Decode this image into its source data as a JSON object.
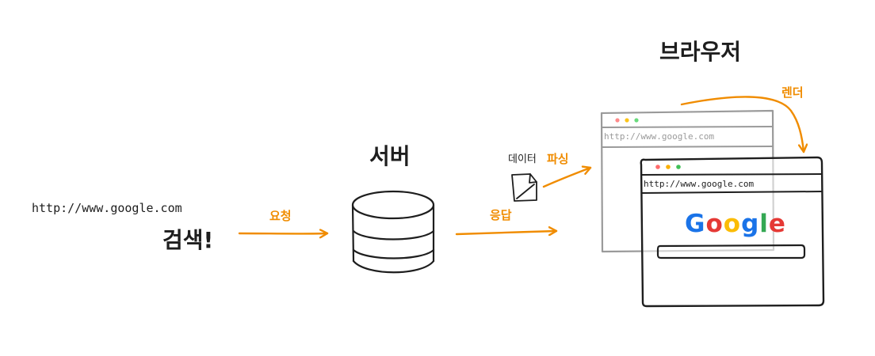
{
  "search": {
    "url": "http://www.google.com",
    "label": "검색!"
  },
  "arrows": {
    "request": "요청",
    "response": "응답",
    "parse": "파싱",
    "render": "렌더"
  },
  "server": {
    "title": "서버"
  },
  "data": {
    "label": "데이터"
  },
  "browser": {
    "title": "브라우저",
    "back_url": "http://www.google.com",
    "front_url": "http://www.google.com",
    "logo": "Google"
  },
  "colors": {
    "accent": "#f08c00",
    "stroke": "#1e1e1e",
    "faded": "#9a9a9a",
    "dot_red": "#ff6b6b",
    "dot_yellow": "#fab005",
    "dot_green": "#40c057",
    "g_blue": "#1a73e8",
    "g_red": "#e53935",
    "g_yellow": "#fbbc05",
    "g_green": "#34a853"
  }
}
